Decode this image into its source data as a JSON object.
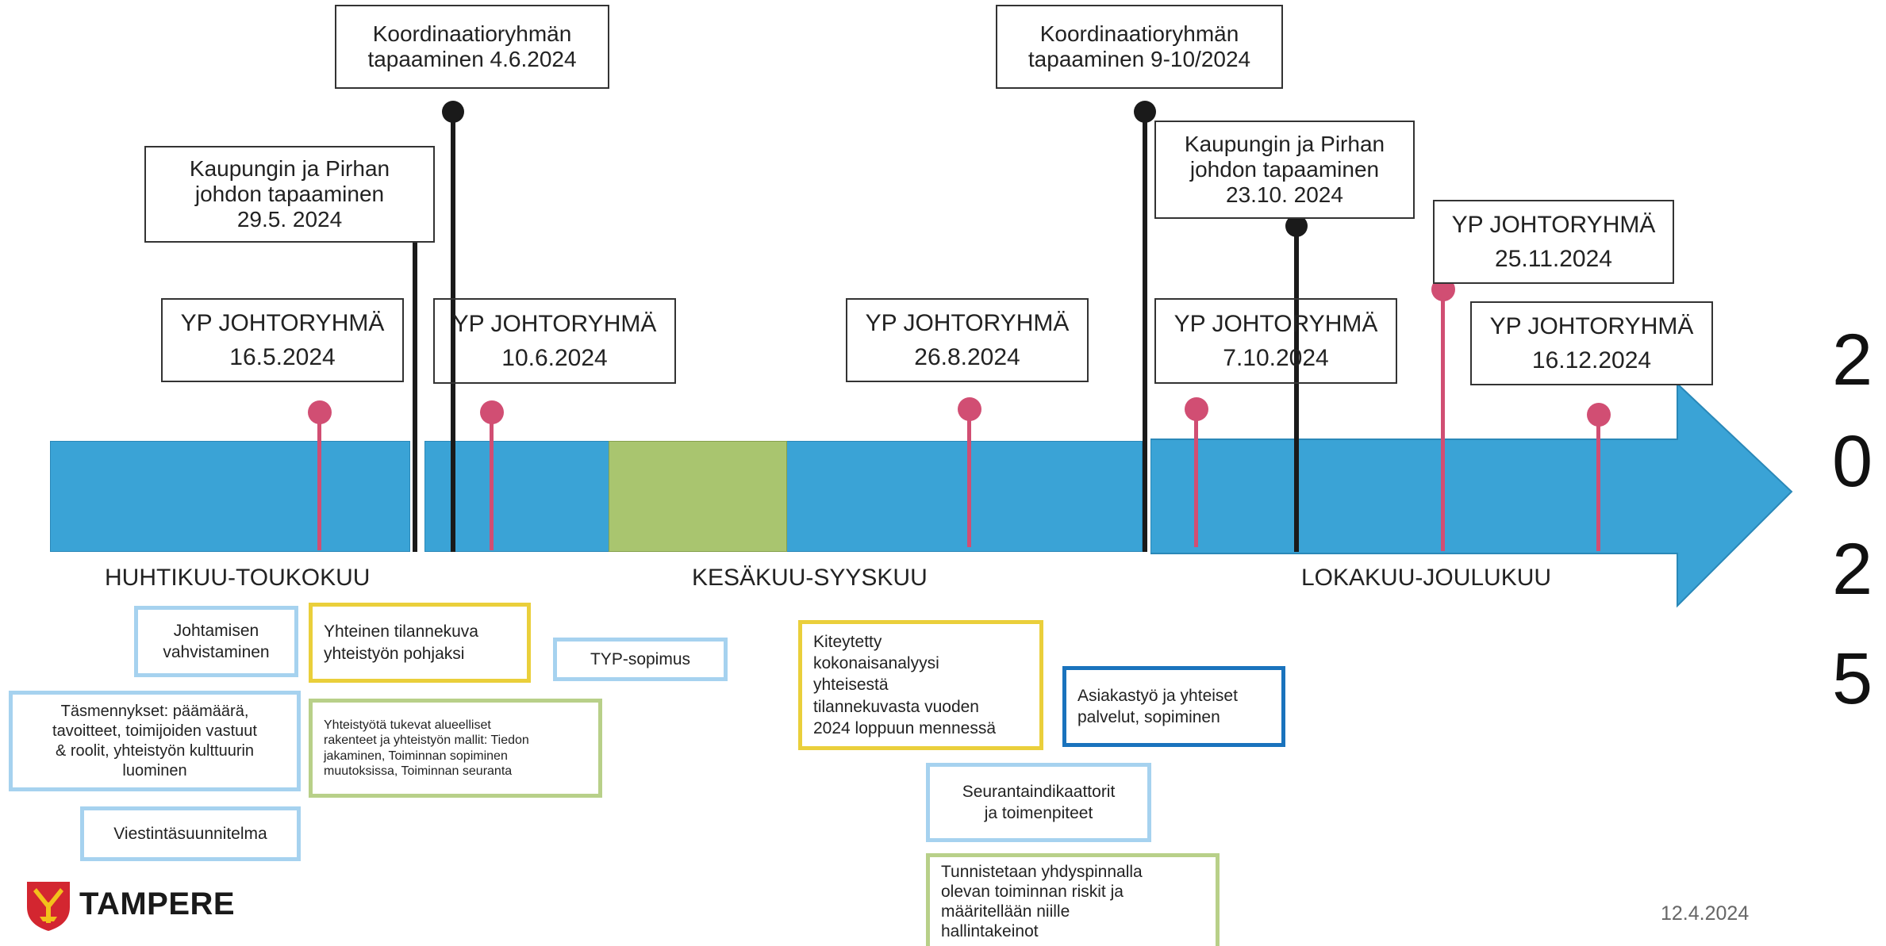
{
  "meetings": [
    {
      "lines": [
        "Koordinaatioryhmän",
        "tapaaminen 4.6.2024"
      ]
    },
    {
      "lines": [
        "Koordinaatioryhmän",
        "tapaaminen 9-10/2024"
      ]
    },
    {
      "lines": [
        "Kaupungin ja Pirhan",
        "johdon tapaaminen",
        "29.5. 2024"
      ]
    },
    {
      "lines": [
        "Kaupungin ja Pirhan",
        "johdon tapaaminen",
        "23.10. 2024"
      ]
    }
  ],
  "yp_meetings": [
    {
      "title": "YP JOHTORYHMÄ",
      "date": "16.5.2024"
    },
    {
      "title": "YP JOHTORYHMÄ",
      "date": "10.6.2024"
    },
    {
      "title": "YP JOHTORYHMÄ",
      "date": "26.8.2024"
    },
    {
      "title": "YP JOHTORYHMÄ",
      "date": "7.10.2024"
    },
    {
      "title": "YP JOHTORYHMÄ",
      "date": "25.11.2024"
    },
    {
      "title": "YP JOHTORYHMÄ",
      "date": "16.12.2024"
    }
  ],
  "periods": [
    "HUHTIKUU-TOUKOKUU",
    "KESÄKUU-SYYSKUU",
    "LOKAKUU-JOULUKUU"
  ],
  "tasks": {
    "johtamisen": [
      "Johtamisen",
      "vahvistaminen"
    ],
    "tasmennykset": [
      "Täsmennykset: päämäärä,",
      "tavoitteet, toimijoiden vastuut",
      "& roolit, yhteistyön kulttuurin",
      "luominen"
    ],
    "viestinta": [
      "Viestintäsuunnitelma"
    ],
    "yhteinen": [
      "Yhteinen tilannekuva",
      "yhteistyön pohjaksi"
    ],
    "rakenteet": [
      "Yhteistyötä tukevat alueelliset",
      "rakenteet ja yhteistyön mallit: Tiedon",
      "jakaminen, Toiminnan sopiminen",
      "muutoksissa, Toiminnan seuranta"
    ],
    "typ": [
      "TYP-sopimus"
    ],
    "kiteytetty": [
      "Kiteytetty",
      "kokonaisanalyysi",
      "yhteisestä",
      "tilannekuvasta vuoden",
      "2024 loppuun mennessä"
    ],
    "seuranta": [
      "Seurantaindikaattorit",
      "ja toimenpiteet"
    ],
    "tunnistetaan": [
      "Tunnistetaan yhdyspinnalla",
      "olevan toiminnan riskit ja",
      "määritellään niille",
      "hallintakeinot"
    ],
    "asiakastyo": [
      "Asiakastyö ja yhteiset",
      "palvelut, sopiminen"
    ]
  },
  "year_digits": [
    "2",
    "0",
    "2",
    "5"
  ],
  "date_stamp": "12.4.2024",
  "logo": {
    "text": "TAMPERE",
    "icon": "tampere-coat-of-arms-icon"
  },
  "colors": {
    "timeline": "#3aa3d6",
    "highlight": "#a9c56f",
    "yp_marker": "#d14e73",
    "meeting_marker": "#1a1a1a"
  }
}
